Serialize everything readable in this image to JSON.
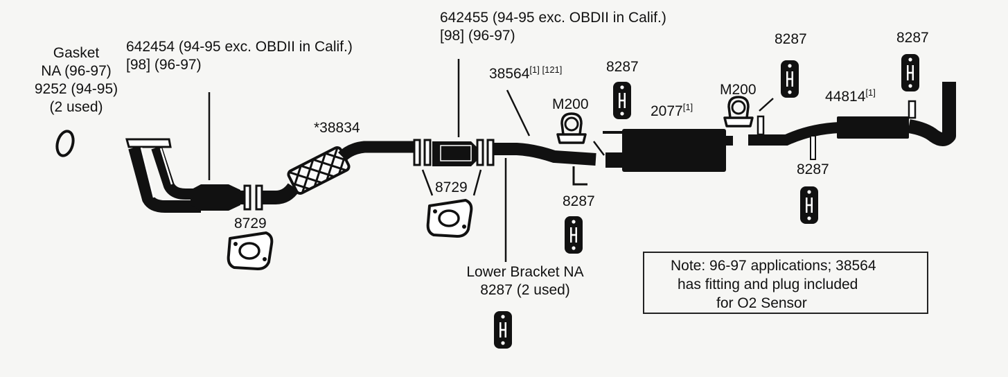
{
  "labels": {
    "gasket": [
      "Gasket",
      "NA (96-97)",
      "9252 (94-95)",
      "(2 used)"
    ],
    "part_642454": [
      "642454 (94-95 exc. OBDII in Calif.)",
      "[98] (96-97)"
    ],
    "part_642455": [
      "642455 (94-95 exc. OBDII in Calif.)",
      "[98] (96-97)"
    ],
    "flex_pipe": "*38834",
    "pipe_38564": {
      "num": "38564",
      "sup": "[1] [121]"
    },
    "gasket_8729": "8729",
    "hanger_8287": "8287",
    "clamp_m200": "M200",
    "muffler": {
      "num": "2077",
      "sup": "[1]"
    },
    "tailpipe": {
      "num": "44814",
      "sup": "[1]"
    },
    "lower_bracket": [
      "Lower Bracket NA",
      "8287 (2 used)"
    ]
  },
  "note": {
    "lines": [
      "Note: 96-97 applications; 38564",
      "has fitting and plug included",
      "for O2 Sensor"
    ]
  }
}
